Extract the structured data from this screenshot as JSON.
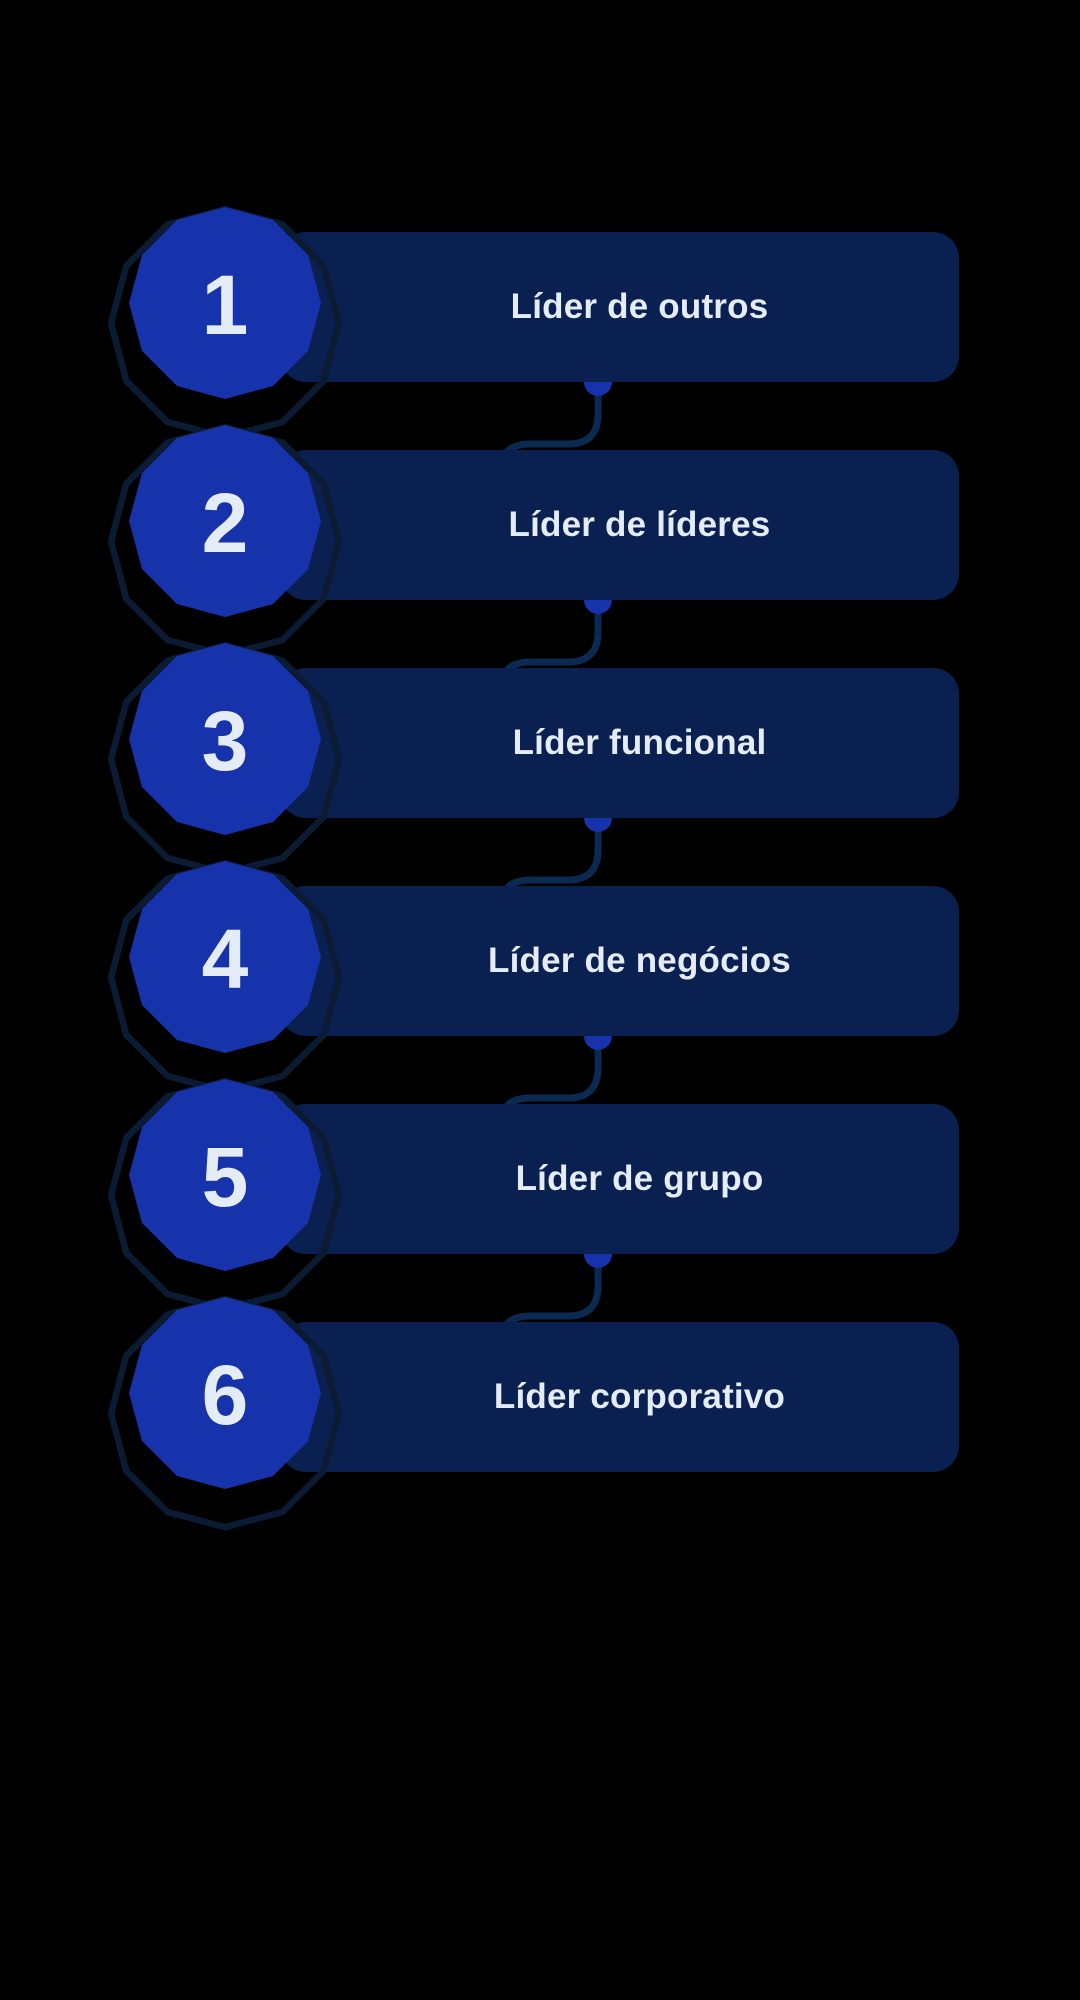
{
  "diagram": {
    "title_present": false,
    "background_color": "#000000",
    "badge_fill": "#1733ab",
    "badge_ring": "#0a1b33",
    "card_fill": "#0a2050",
    "text_color": "#e4ecf7",
    "connector_line_color": "#0a2a52",
    "connector_dot_color": "#1733ab",
    "steps": [
      {
        "number": "1",
        "label": "Líder de outros"
      },
      {
        "number": "2",
        "label": "Líder de líderes"
      },
      {
        "number": "3",
        "label": "Líder funcional"
      },
      {
        "number": "4",
        "label": "Líder de negócios"
      },
      {
        "number": "5",
        "label": "Líder de grupo"
      },
      {
        "number": "6",
        "label": "Líder corporativo"
      }
    ]
  }
}
